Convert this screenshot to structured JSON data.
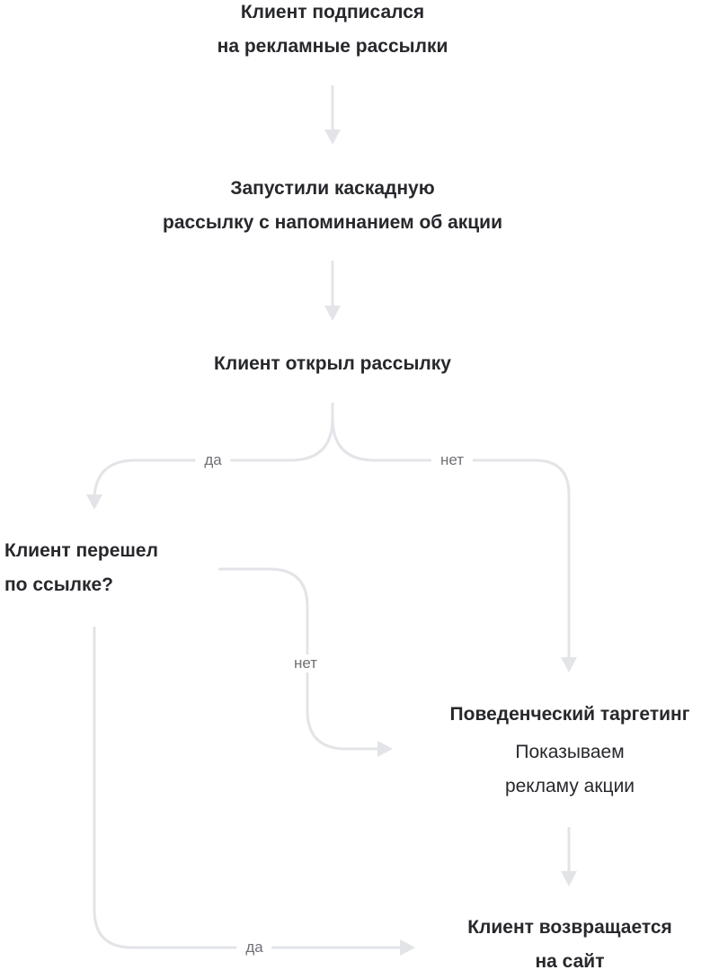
{
  "colors": {
    "line": "#e3e4e8",
    "text": "#27282c",
    "label": "#6f7075"
  },
  "nodes": {
    "subscribed": [
      "Клиент подписался",
      "на рекламные рассылки"
    ],
    "cascade": [
      "Запустили каскадную",
      "рассылку с напоминанием об акции"
    ],
    "opened": "Клиент открыл рассылку",
    "clicked": [
      "Клиент перешел",
      "по ссылке?"
    ],
    "targeting": {
      "title": "Поведенческий таргетинг",
      "lines": [
        "Показываем",
        "рекламу акции"
      ]
    },
    "returns": [
      "Клиент возвращается",
      "на сайт"
    ]
  },
  "labels": {
    "opened_yes": "да",
    "opened_no": "нет",
    "clicked_no": "нет",
    "clicked_yes": "да"
  }
}
